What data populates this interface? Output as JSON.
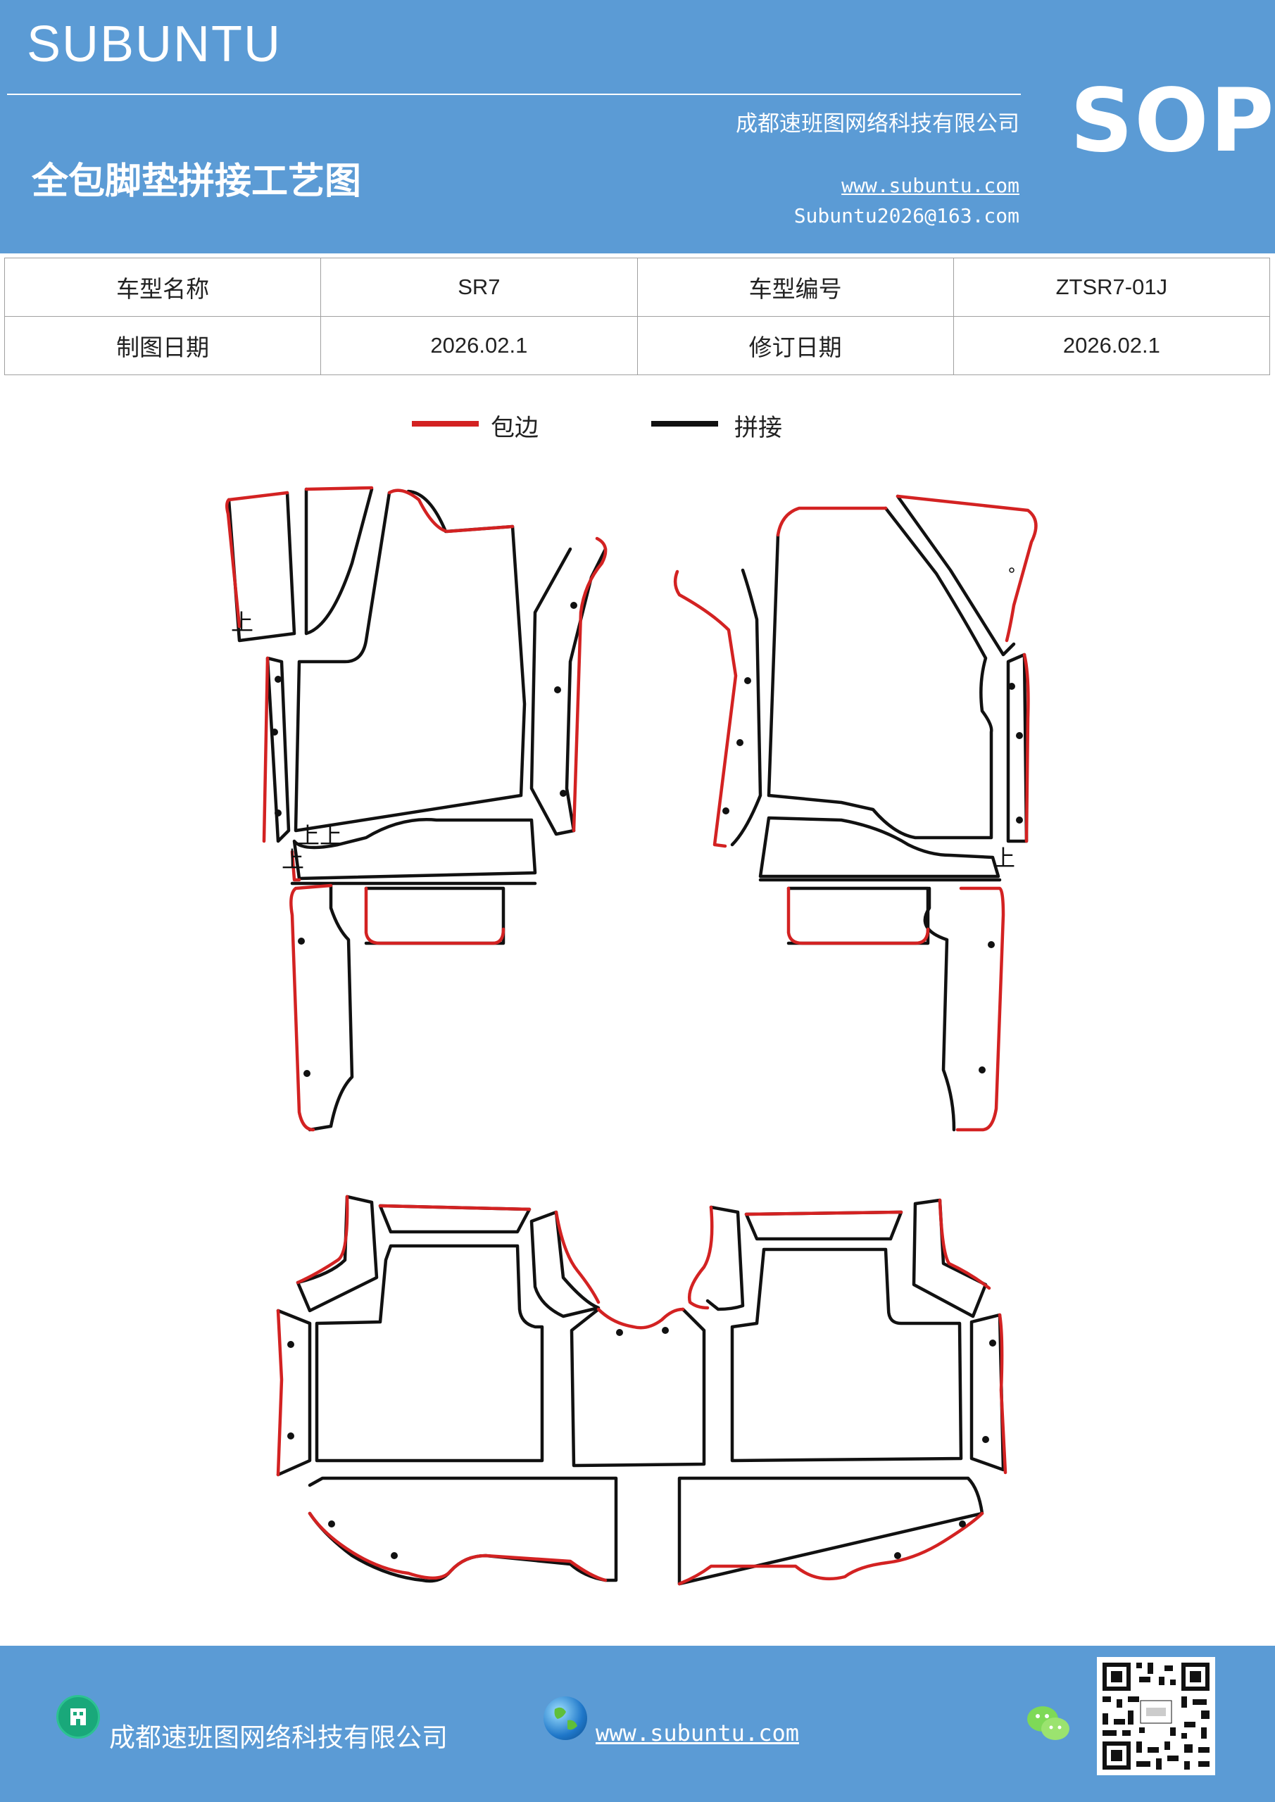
{
  "header": {
    "brand": "SUBUNTU",
    "company": "成都速班图网络科技有限公司",
    "title": "全包脚垫拼接工艺图",
    "website": "www.subuntu.com",
    "email": "Subuntu2026@163.com",
    "badge": "SOP"
  },
  "info_table": {
    "model_name_label": "车型名称",
    "model_name": "SR7",
    "model_code_label": "车型编号",
    "model_code": "ZTSR7-01J",
    "draw_date_label": "制图日期",
    "draw_date": "2026.02.1",
    "revise_date_label": "修订日期",
    "revise_date": "2026.02.1"
  },
  "legend": {
    "edge_label": "包边",
    "edge_color": "#d32222",
    "splice_label": "拼接",
    "splice_color": "#111111"
  },
  "diagram": {
    "marks": [
      "上",
      "上上",
      "上",
      "上"
    ]
  },
  "footer": {
    "company": "成都速班图网络科技有限公司",
    "website": "www.subuntu.com",
    "icons": [
      "building-icon",
      "globe-icon",
      "wechat-icon",
      "qr-code"
    ]
  }
}
